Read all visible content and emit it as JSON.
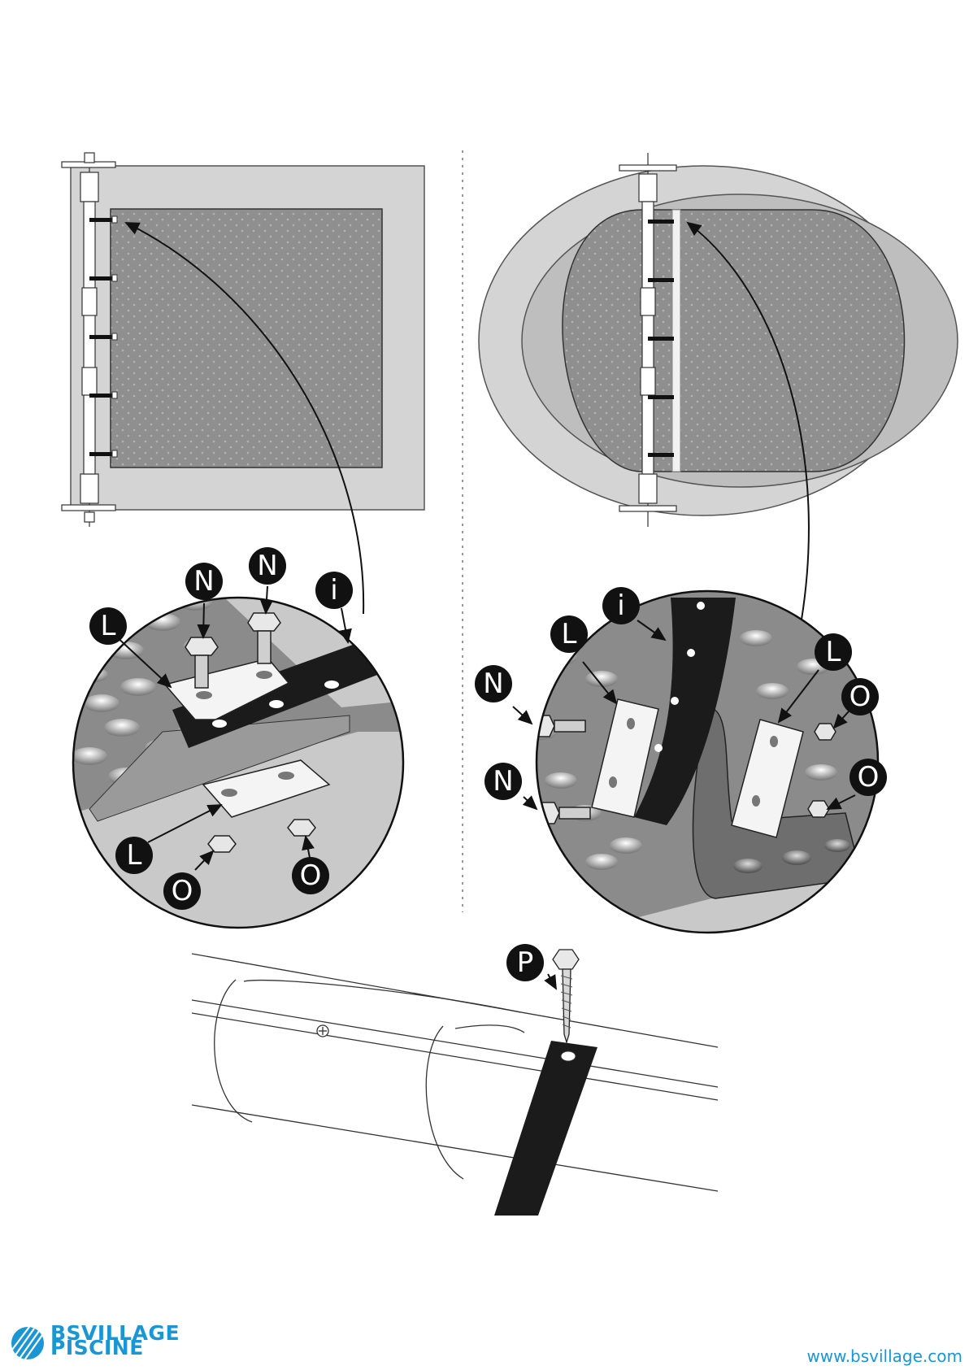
{
  "labels": {
    "L": "L",
    "N": "N",
    "O": "O",
    "i": "i",
    "P": "P"
  },
  "brand": {
    "line1": "BSVILLAGE",
    "line2": "PISCINE",
    "website": "www.bsvillage.com",
    "color": "#1a96d4"
  },
  "colors": {
    "panel": "#d4d4d4",
    "cover": "#8e8f8e",
    "strap": "#1b1b1b"
  }
}
